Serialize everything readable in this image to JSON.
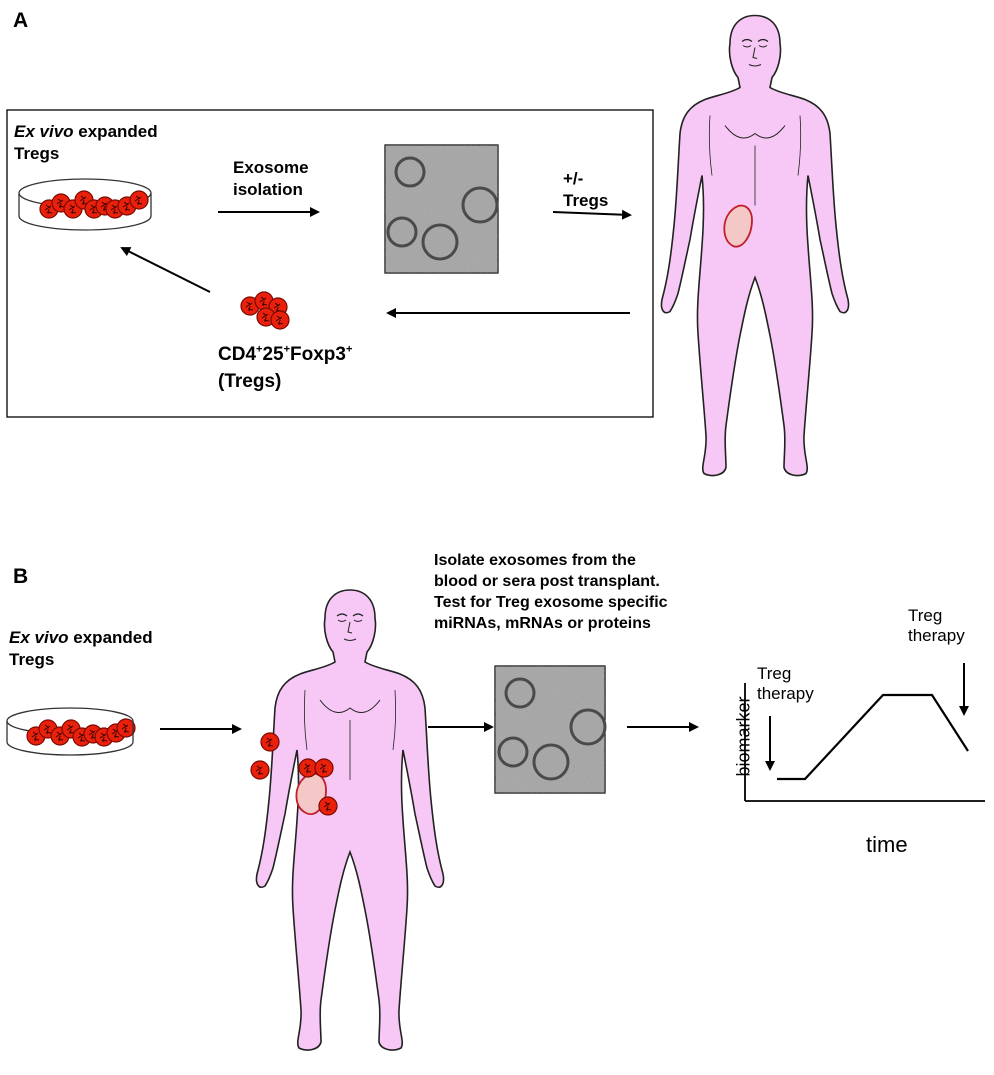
{
  "panel_a": {
    "label": "A",
    "cells_label_italic": "Ex vivo",
    "cells_label_rest": " expanded",
    "cells_label_line2": "Tregs",
    "step_exosome_line1": "Exosome",
    "step_exosome_line2": "isolation",
    "step_tregs_line1": "+/-",
    "step_tregs_line2": "Tregs",
    "tregs_marker_cd4": "CD4",
    "tregs_marker_cd25": "25",
    "tregs_marker_foxp3": "Foxp3",
    "sup_plus": "+",
    "tregs_paren": "(Tregs)"
  },
  "panel_b": {
    "label": "B",
    "cells_label_italic": "Ex vivo",
    "cells_label_rest": " expanded",
    "cells_label_line2": "Tregs",
    "instruction_line1": "Isolate exosomes from the",
    "instruction_line2": "blood or sera post transplant.",
    "instruction_line3": "Test for Treg exosome specific",
    "instruction_line4": "miRNAs, mRNAs or proteins",
    "therapy1_line1": "Treg",
    "therapy1_line2": "therapy",
    "therapy2_line1": "Treg",
    "therapy2_line2": "therapy",
    "y_axis_label": "biomarker",
    "x_axis_label": "time"
  },
  "colors": {
    "body_fill": "#f7c8f5",
    "cell_red": "#e8200c",
    "cell_outline": "#7a0a00",
    "kidney_fill": "#f5c8c8",
    "kidney_outline": "#c0202a"
  }
}
